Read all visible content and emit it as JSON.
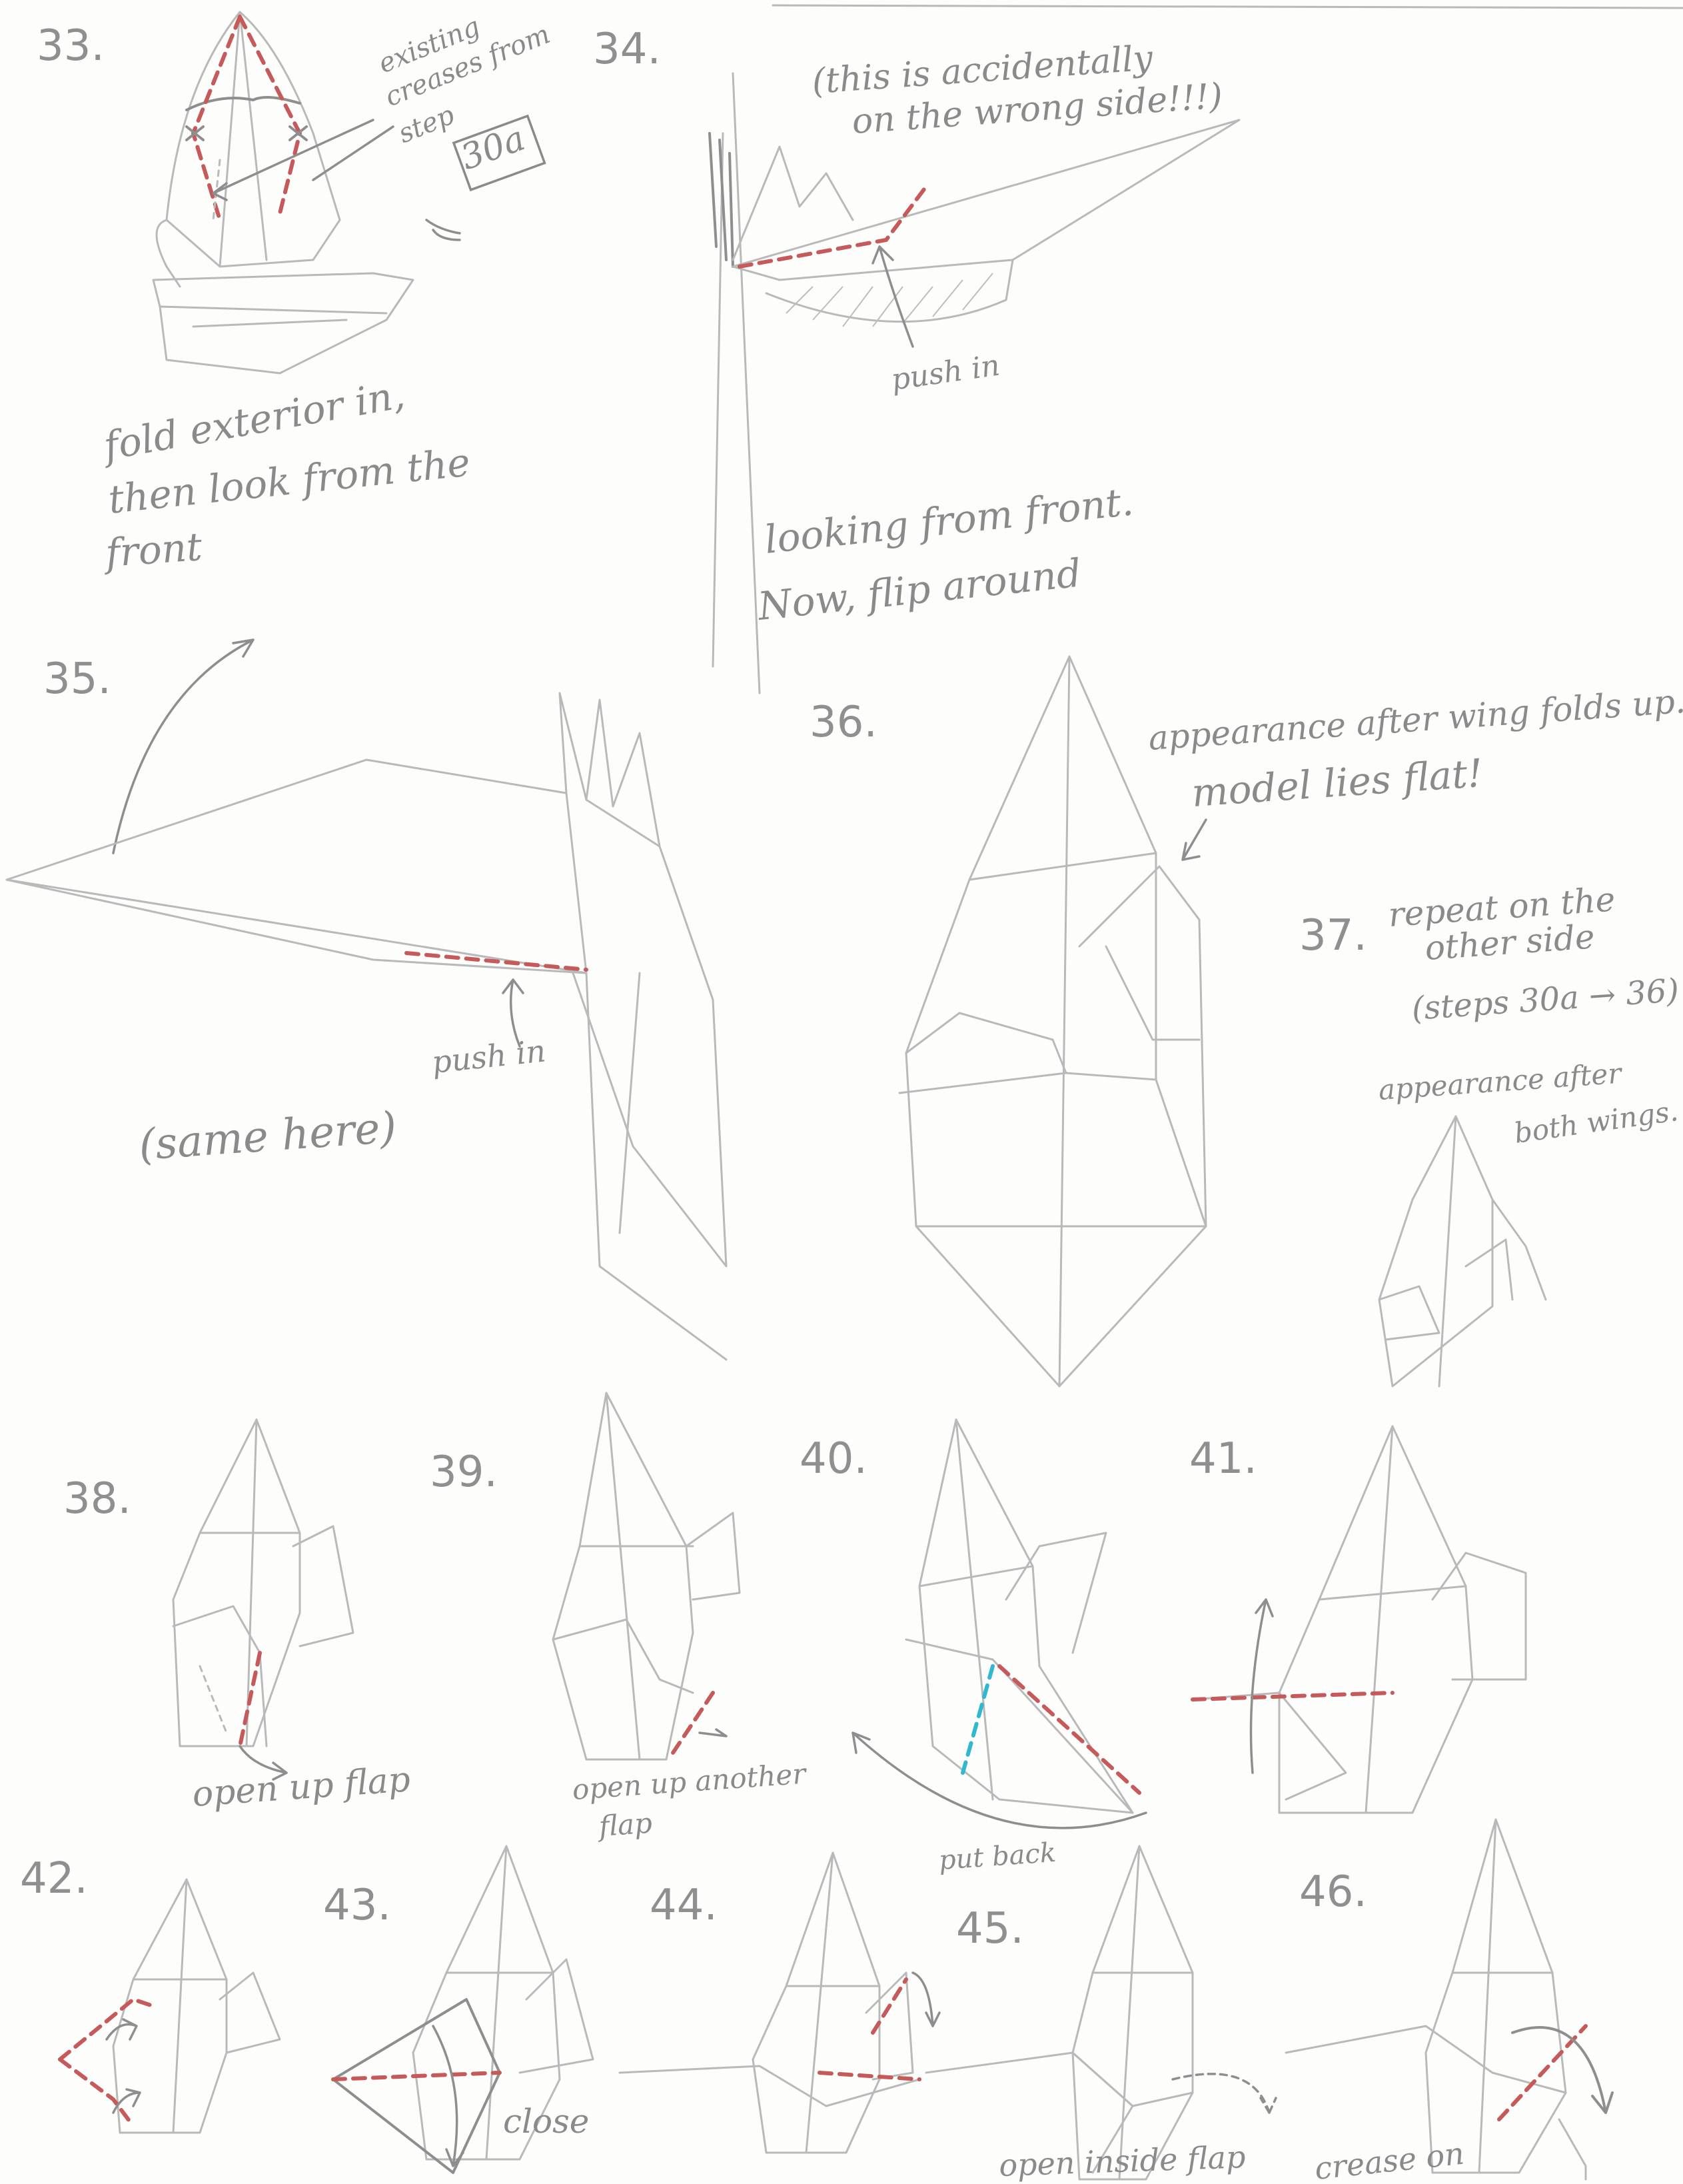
{
  "steps": [
    {
      "number": "33.",
      "notes": [
        "fold exterior in,",
        "then look from the",
        "front"
      ],
      "callout": [
        "existing",
        "creases from",
        "step"
      ],
      "ref": "30a"
    },
    {
      "number": "34.",
      "notes": [
        "(this is accidentally",
        "on the wrong side!!!)",
        "push in",
        "looking from front.",
        "Now, flip around"
      ]
    },
    {
      "number": "35.",
      "notes": [
        "push in",
        "(same here)"
      ]
    },
    {
      "number": "36.",
      "notes": [
        "appearance after wing folds up.",
        "model lies flat!"
      ]
    },
    {
      "number": "37.",
      "notes": [
        "repeat on the",
        "other side",
        "(steps 30a → 36)",
        "appearance after",
        "both wings."
      ]
    },
    {
      "number": "38.",
      "notes": [
        "open up flap"
      ]
    },
    {
      "number": "39.",
      "notes": [
        "open up another",
        "flap"
      ]
    },
    {
      "number": "40.",
      "notes": [
        "put back"
      ]
    },
    {
      "number": "41.",
      "notes": []
    },
    {
      "number": "42.",
      "notes": []
    },
    {
      "number": "43.",
      "notes": [
        "close"
      ]
    },
    {
      "number": "44.",
      "notes": []
    },
    {
      "number": "45.",
      "notes": [
        "open inside flap"
      ]
    },
    {
      "number": "46.",
      "notes": [
        "crease on"
      ]
    }
  ],
  "colors": {
    "pencil": "#b9b9b9",
    "crease_mountain": "#c65a5a",
    "crease_valley": "#2fb8cf"
  }
}
